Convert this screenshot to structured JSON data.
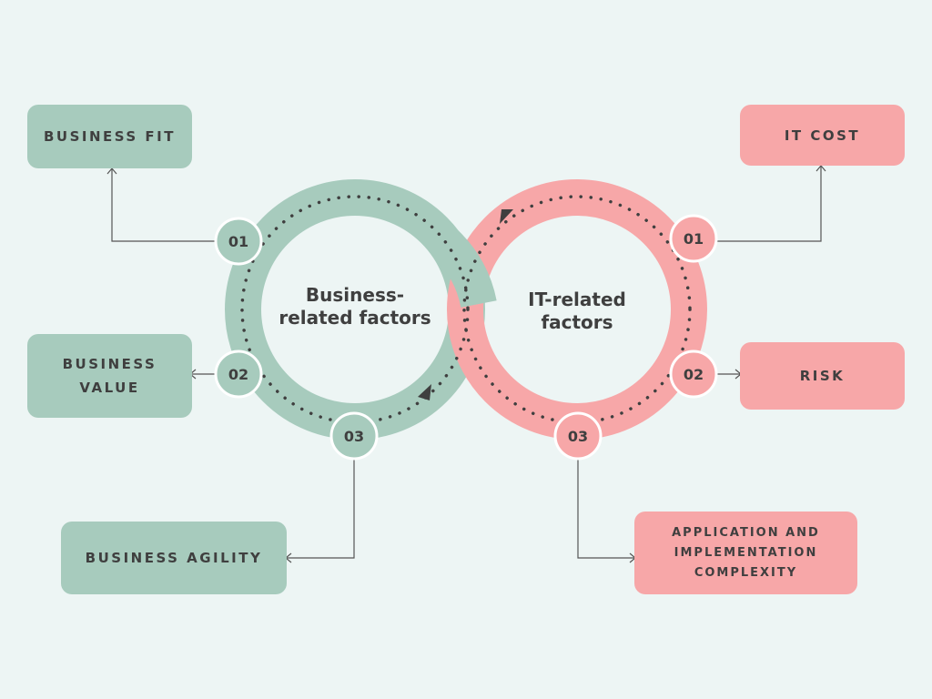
{
  "diagram": {
    "business": {
      "title_lines": [
        "Business-",
        "related factors"
      ],
      "badges": [
        "01",
        "02",
        "03"
      ],
      "factors": {
        "fit": [
          "BUSINESS FIT"
        ],
        "value": [
          "BUSINESS",
          "VALUE"
        ],
        "agility": [
          "BUSINESS AGILITY"
        ]
      },
      "color": "#a7cbbd"
    },
    "it": {
      "title_lines": [
        "IT-related",
        "factors"
      ],
      "badges": [
        "01",
        "02",
        "03"
      ],
      "factors": {
        "cost": [
          "IT COST"
        ],
        "risk": [
          "RISK"
        ],
        "complexity": [
          "APPLICATION AND",
          "IMPLEMENTATION",
          "COMPLEXITY"
        ]
      },
      "color": "#f7a7a8"
    },
    "background_color": "#edf5f4",
    "text_color": "#3f3f3f"
  }
}
